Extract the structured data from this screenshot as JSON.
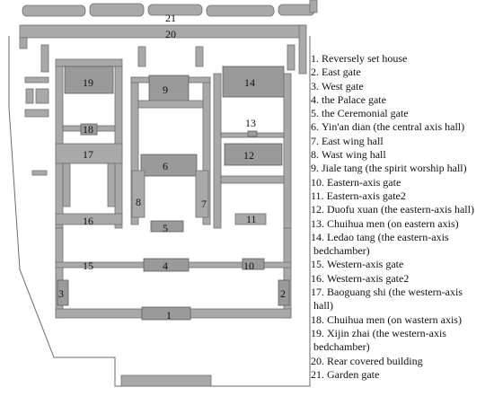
{
  "plan_labels": [
    "1",
    "2",
    "3",
    "4",
    "5",
    "6",
    "7",
    "8",
    "9",
    "10",
    "11",
    "12",
    "13",
    "14",
    "15",
    "16",
    "17",
    "18",
    "19",
    "20",
    "21"
  ],
  "legend": [
    {
      "index": "1.",
      "text": "Reversely set house"
    },
    {
      "index": "2.",
      "text": "East gate"
    },
    {
      "index": "3.",
      "text": "West gate"
    },
    {
      "index": "4.",
      "text": "the Palace gate"
    },
    {
      "index": "5.",
      "text": "the Ceremonial gate"
    },
    {
      "index": "6.",
      "text": "Yin'an dian (the central axis hall)"
    },
    {
      "index": "7.",
      "text": "East wing hall"
    },
    {
      "index": "8.",
      "text": "Wast wing hall"
    },
    {
      "index": "9.",
      "text": "Jiale tang (the spirit worship hall)"
    },
    {
      "index": "10.",
      "text": "Eastern-axis gate"
    },
    {
      "index": "11.",
      "text": "Eastern-axis gate2"
    },
    {
      "index": "12.",
      "text": "Duofu xuan (the eastern-axis hall)"
    },
    {
      "index": "13.",
      "text": "Chuihua men (on eastern axis)"
    },
    {
      "index": "14.",
      "text": "Ledao tang (the eastern-axis"
    },
    {
      "index": "",
      "text": "bedchamber)"
    },
    {
      "index": "15.",
      "text": "Western-axis gate"
    },
    {
      "index": "16.",
      "text": "Western-axis gate2"
    },
    {
      "index": "17.",
      "text": "Baoguang shi (the western-axis"
    },
    {
      "index": "",
      "text": "hall)"
    },
    {
      "index": "18.",
      "text": "Chuihua men (on wastern axis)"
    },
    {
      "index": "19.",
      "text": "Xijin zhai (the western-axis"
    },
    {
      "index": "",
      "text": "bedchamber)"
    },
    {
      "index": "20.",
      "text": "Rear covered building"
    },
    {
      "index": "21.",
      "text": "Garden gate"
    }
  ]
}
